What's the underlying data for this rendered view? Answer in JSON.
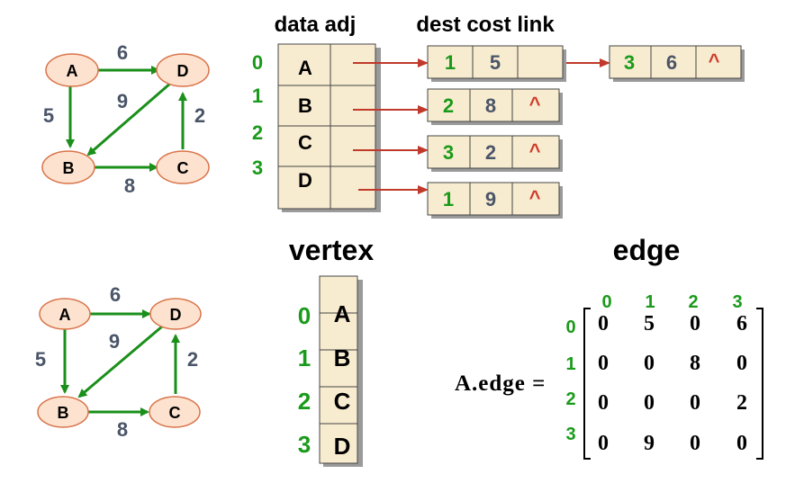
{
  "colors": {
    "node_fill": "#fde3cf",
    "node_stroke": "#d9734a",
    "edge_green": "#1a8f1a",
    "arrow_red": "#c0392b",
    "index_green": "#1a9a1a",
    "weight_gray": "#4a5568",
    "cell_fill": "#f8ecd0",
    "caret_red": "#d03a2a"
  },
  "graphs": [
    {
      "nodes": [
        "A",
        "B",
        "C",
        "D"
      ],
      "weights": [
        "6",
        "9",
        "5",
        "2",
        "8"
      ]
    },
    {
      "nodes": [
        "A",
        "B",
        "C",
        "D"
      ],
      "weights": [
        "6",
        "9",
        "5",
        "2",
        "8"
      ]
    }
  ],
  "adjacency_list": {
    "header_left": "data adj",
    "header_right": "dest cost link",
    "indices": [
      "0",
      "1",
      "2",
      "3"
    ],
    "vertices": [
      "A",
      "B",
      "C",
      "D"
    ],
    "nodes": [
      {
        "dest": "1",
        "cost": "5",
        "link": ""
      },
      {
        "dest": "3",
        "cost": "6",
        "link": "^"
      },
      {
        "dest": "2",
        "cost": "8",
        "link": "^"
      },
      {
        "dest": "3",
        "cost": "2",
        "link": "^"
      },
      {
        "dest": "1",
        "cost": "9",
        "link": "^"
      }
    ]
  },
  "vertex_array": {
    "title": "vertex",
    "indices": [
      "0",
      "1",
      "2",
      "3"
    ],
    "values": [
      "A",
      "B",
      "C",
      "D"
    ]
  },
  "edge_matrix": {
    "title": "edge",
    "label": "A.edge =",
    "col_indices": [
      "0",
      "1",
      "2",
      "3"
    ],
    "row_indices": [
      "0",
      "1",
      "2",
      "3"
    ],
    "rows": [
      [
        "0",
        "5",
        "0",
        "6"
      ],
      [
        "0",
        "0",
        "8",
        "0"
      ],
      [
        "0",
        "0",
        "0",
        "2"
      ],
      [
        "0",
        "9",
        "0",
        "0"
      ]
    ]
  }
}
